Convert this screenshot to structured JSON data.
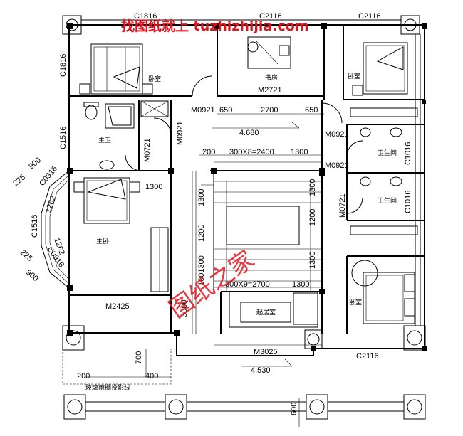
{
  "watermark": {
    "top": "找图纸就上 tuzhizhijia.com",
    "diagonal": "图纸之家",
    "color": "#e0141e"
  },
  "rooms": {
    "bedroom_nw": "卧室",
    "study": "书房",
    "bedroom_ne": "卧室",
    "master_bath": "主卫",
    "master_bed": "主卧",
    "bath_1": "卫生间",
    "bath_2": "卫生间",
    "living": "起居室",
    "bedroom_se": "卧室",
    "canopy_note": "玻璃雨棚投影线"
  },
  "labels": {
    "c1816_top": "C1816",
    "c2116_top_mid": "C2116",
    "c2116_top_right": "C2116",
    "c1816_left": "C1816",
    "c1516_left": "C1516",
    "c1516_bay": "C1516",
    "c0916_a": "C0916",
    "c0916_b": "C0916",
    "m2721": "M2721",
    "m0921_a": "M0921",
    "m0921_b": "M0921",
    "m0921_c": "M0921",
    "m0921_d": "M0921",
    "m0721_a": "M0721",
    "m0721_b": "M0721",
    "c1016_a": "C1016",
    "c1016_b": "C1016",
    "m2425": "M2425",
    "m3025": "M3025",
    "c2116_bottom": "C2116"
  },
  "dims": {
    "d650a": "650",
    "d2700": "2700",
    "d650b": "650",
    "elev1": "4.680",
    "d200": "200",
    "stair_top": "300X8=2400",
    "d1300a": "1300",
    "d1300b": "1300",
    "d1300c": "1300",
    "d1200a": "1200",
    "d1200b": "1200",
    "d1300d": "1300",
    "d1001300": "1001300",
    "d1300e": "1300",
    "d300x9": "300X9=2700",
    "d1300f": "1300",
    "d3000": "3000",
    "d700": "700",
    "d200b": "200",
    "d400": "400",
    "elev2": "4.530",
    "d600": "600",
    "d900a": "900",
    "d225a": "225",
    "d1262a": "1262",
    "d225b": "225",
    "d900b": "900",
    "d1262b": "1262"
  }
}
